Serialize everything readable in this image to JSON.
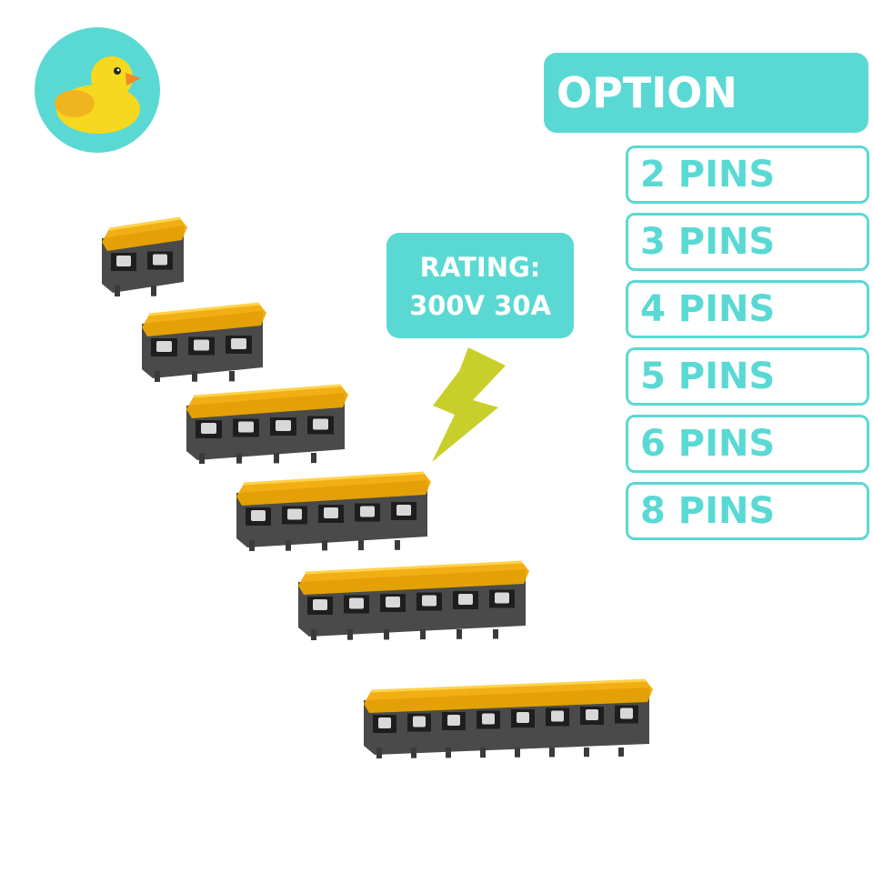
{
  "logo": {
    "icon": "duck-icon",
    "bg_color": "#5ad9d4"
  },
  "option": {
    "title": "OPTION",
    "accent_color": "#5ad9d4",
    "items": [
      {
        "label": "2 PINS",
        "pins": 2
      },
      {
        "label": "3 PINS",
        "pins": 3
      },
      {
        "label": "4 PINS",
        "pins": 4
      },
      {
        "label": "5 PINS",
        "pins": 5
      },
      {
        "label": "6 PINS",
        "pins": 6
      },
      {
        "label": "8 PINS",
        "pins": 8
      }
    ]
  },
  "rating": {
    "line1": "RATING:",
    "line2": "300V 30A",
    "bolt_color": "#c9cf2a"
  },
  "products": {
    "pin_counts": [
      2,
      3,
      4,
      5,
      6,
      8
    ],
    "cover_color": "#f0a800",
    "body_color": "#4a4a4a"
  }
}
